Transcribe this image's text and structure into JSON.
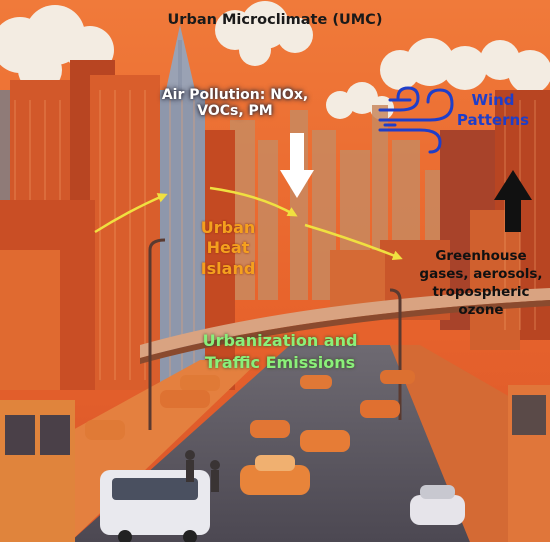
{
  "title": "Urban Microclimate (UMC)",
  "labels": {
    "air_pollution": "Air Pollution: NOx, VOCs, PM",
    "wind_patterns": "Wind Patterns",
    "urban_heat_island": "Urban Heat Island",
    "greenhouse": "Greenhouse gases, aerosols, tropospheric ozone",
    "urbanization": "Urbanization and Traffic Emissions"
  },
  "icons": [
    "wind-icon",
    "down-arrow-icon",
    "up-arrow-icon",
    "yellow-arrow-icon"
  ],
  "colors": {
    "sky": "#e8642c",
    "buildings": "#c44a22",
    "road": "#5a5560",
    "wind_blue": "#1f3ec9",
    "heat_orange": "#f5a01e",
    "emission_green": "#8af07a",
    "arrow_yellow": "#f0e040"
  }
}
